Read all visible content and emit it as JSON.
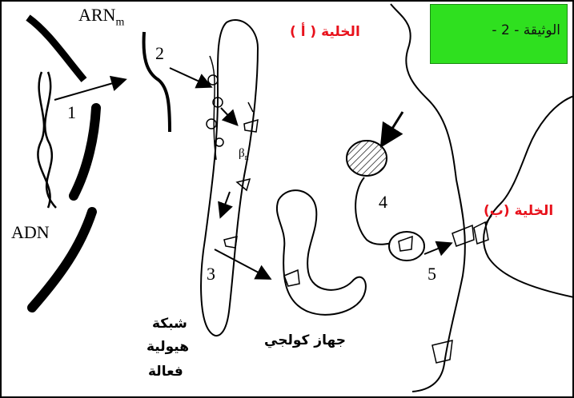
{
  "document": {
    "title": "الوثيقة - 2 -"
  },
  "cells": {
    "cell_a": "الخلية ( أ )",
    "cell_b": "الخلية (ب)"
  },
  "molecules": {
    "adn": "ADN",
    "arn_base": "ARN",
    "arn_sub": "m",
    "beta": "β",
    "beta_sub": "n"
  },
  "organelles": {
    "rer_line1": "شبكة",
    "rer_line2": "هيولية",
    "rer_line3": "فعالة",
    "golgi": "جهاز كولجي"
  },
  "steps": [
    "1",
    "2",
    "3",
    "4",
    "5"
  ],
  "colors": {
    "label_red": "#e8121c",
    "title_box": "#2fe01f"
  }
}
